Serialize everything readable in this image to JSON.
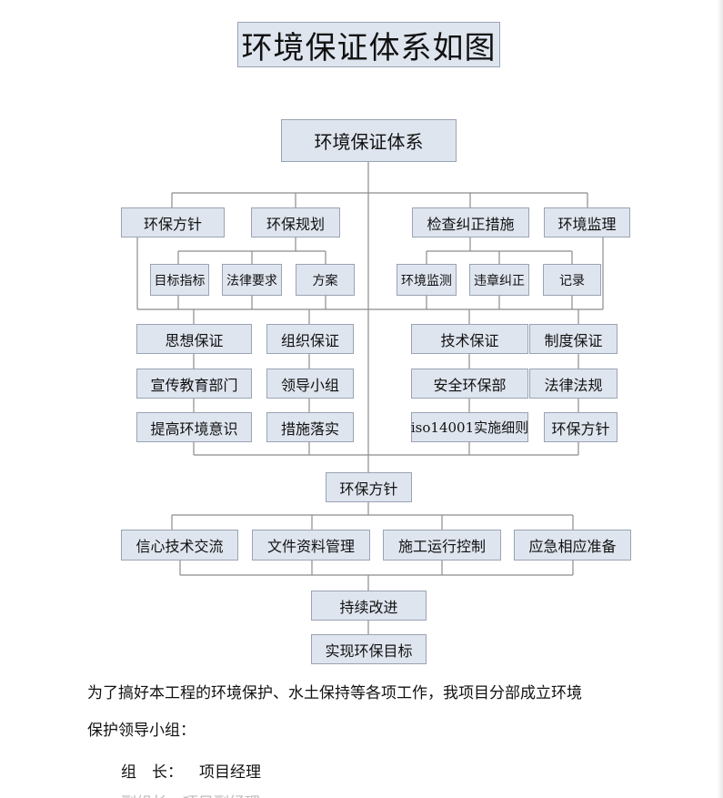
{
  "title": "环境保证体系如图",
  "diagram": {
    "root": "环境保证体系",
    "level1": [
      "环保方针",
      "环保规划",
      "检查纠正措施",
      "环境监理"
    ],
    "planning_children": [
      "目标指标",
      "法律要求",
      "方案"
    ],
    "check_children": [
      "环境监测",
      "违章纠正",
      "记录"
    ],
    "guarantees": [
      "思想保证",
      "组织保证",
      "技术保证",
      "制度保证"
    ],
    "guarantee_row2": [
      "宣传教育部门",
      "领导小组",
      "安全环保部",
      "法律法规"
    ],
    "guarantee_row3": [
      "提高环境意识",
      "措施落实",
      "iso14001实施细则",
      "环保方针"
    ],
    "policy": "环保方针",
    "actions": [
      "信心技术交流",
      "文件资料管理",
      "施工运行控制",
      "应急相应准备"
    ],
    "improve": "持续改进",
    "goal": "实现环保目标"
  },
  "text": {
    "para_line1": "为了搞好本工程的环境保护、水土保持等各项工作，我项目分部成立环境",
    "para_line2": "保护领导小组：",
    "member_role": "组　长：",
    "member_name": "项目经理",
    "partial_line": "副组长：项目副经理"
  }
}
